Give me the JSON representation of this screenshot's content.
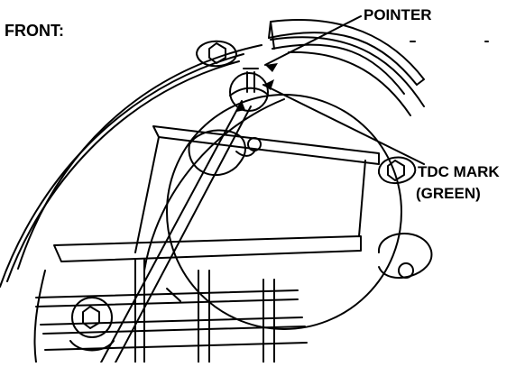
{
  "labels": {
    "front": "FRONT:",
    "pointer": "POINTER",
    "tdc_mark": "TDC MARK",
    "tdc_color": "(GREEN)"
  },
  "colors": {
    "ink": "#000000",
    "paper": "#ffffff"
  }
}
